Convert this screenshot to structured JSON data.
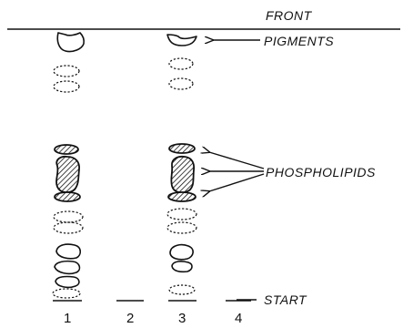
{
  "labels": {
    "front": "FRONT",
    "pigments": "PIGMENTS",
    "phospholipids": "PHOSPHOLIPIDS",
    "start": "START"
  },
  "lanes": [
    "1",
    "2",
    "3",
    "4"
  ]
}
